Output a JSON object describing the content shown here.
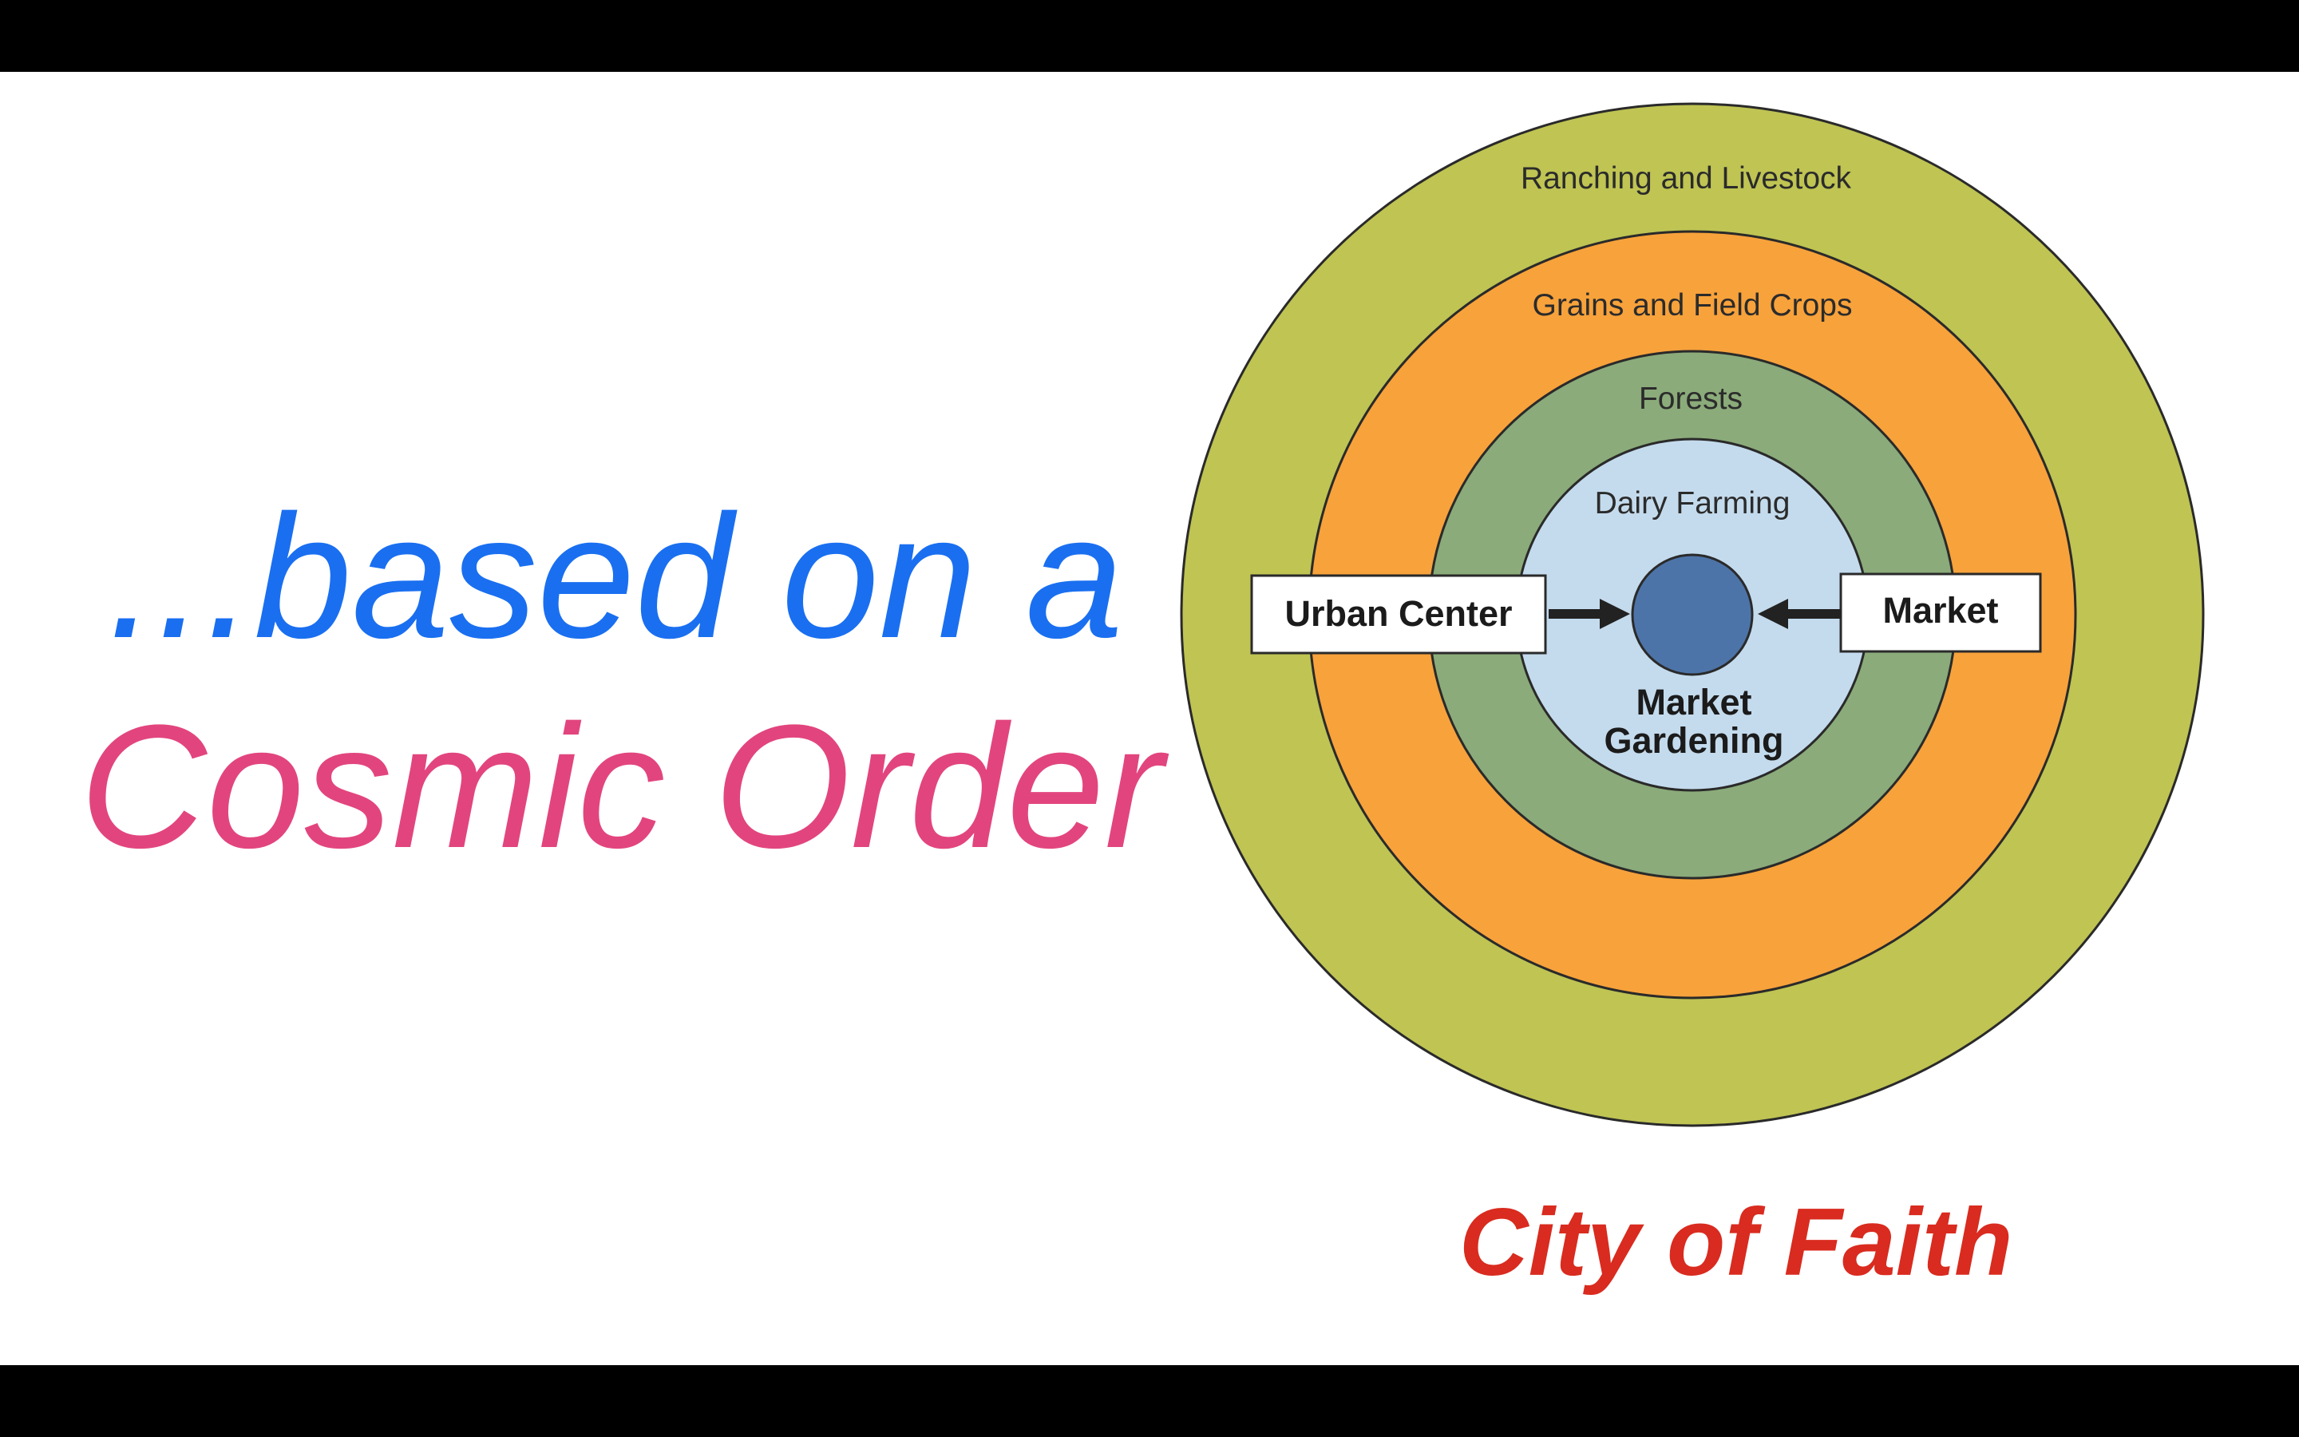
{
  "slide": {
    "headline_line1": "...based on a",
    "headline_line2": "Cosmic Order",
    "caption": "City of Faith"
  },
  "diagram": {
    "rings": [
      {
        "label": "Ranching and Livestock",
        "color": "#bfc453"
      },
      {
        "label": "Grains and Field Crops",
        "color": "#f7a23b"
      },
      {
        "label": "Forests",
        "color": "#8bab7a"
      },
      {
        "label": "Dairy Farming",
        "color": "#c4dbed"
      }
    ],
    "core": {
      "label_line1": "Market",
      "label_line2": "Gardening",
      "color": "#4d74a8"
    },
    "left_box": "Urban Center",
    "right_box": "Market"
  },
  "colors": {
    "headline_line1": "#1a6ff0",
    "headline_line2": "#e2457e",
    "caption": "#d92b1f",
    "letterbox": "#000000",
    "outline": "#2a2a2a"
  }
}
